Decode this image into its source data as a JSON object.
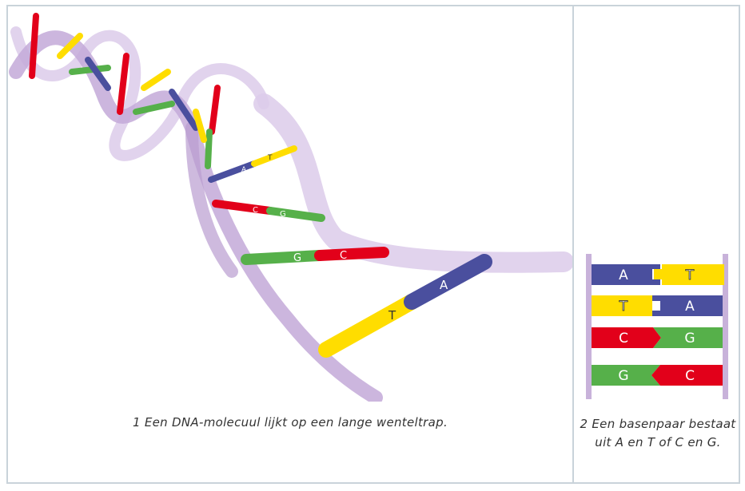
{
  "figure1": {
    "caption": "1 Een DNA-molecuul lijkt op een lange wenteltrap.",
    "labeled_pairs": [
      {
        "left": "A",
        "right": "T"
      },
      {
        "left": "C",
        "right": "G"
      },
      {
        "left": "G",
        "right": "C"
      },
      {
        "left": "T",
        "right": "A"
      }
    ]
  },
  "figure2": {
    "caption": "2 Een basenpaar bestaat uit A en T of C en G.",
    "rows": [
      {
        "left": "A",
        "right": "T"
      },
      {
        "left": "T",
        "right": "A"
      },
      {
        "left": "C",
        "right": "G"
      },
      {
        "left": "G",
        "right": "C"
      }
    ]
  },
  "colors": {
    "A": "#4a4f9e",
    "T": "#ffdd00",
    "C": "#e2001a",
    "G": "#56b04a",
    "backbone": "#c8b2da"
  }
}
